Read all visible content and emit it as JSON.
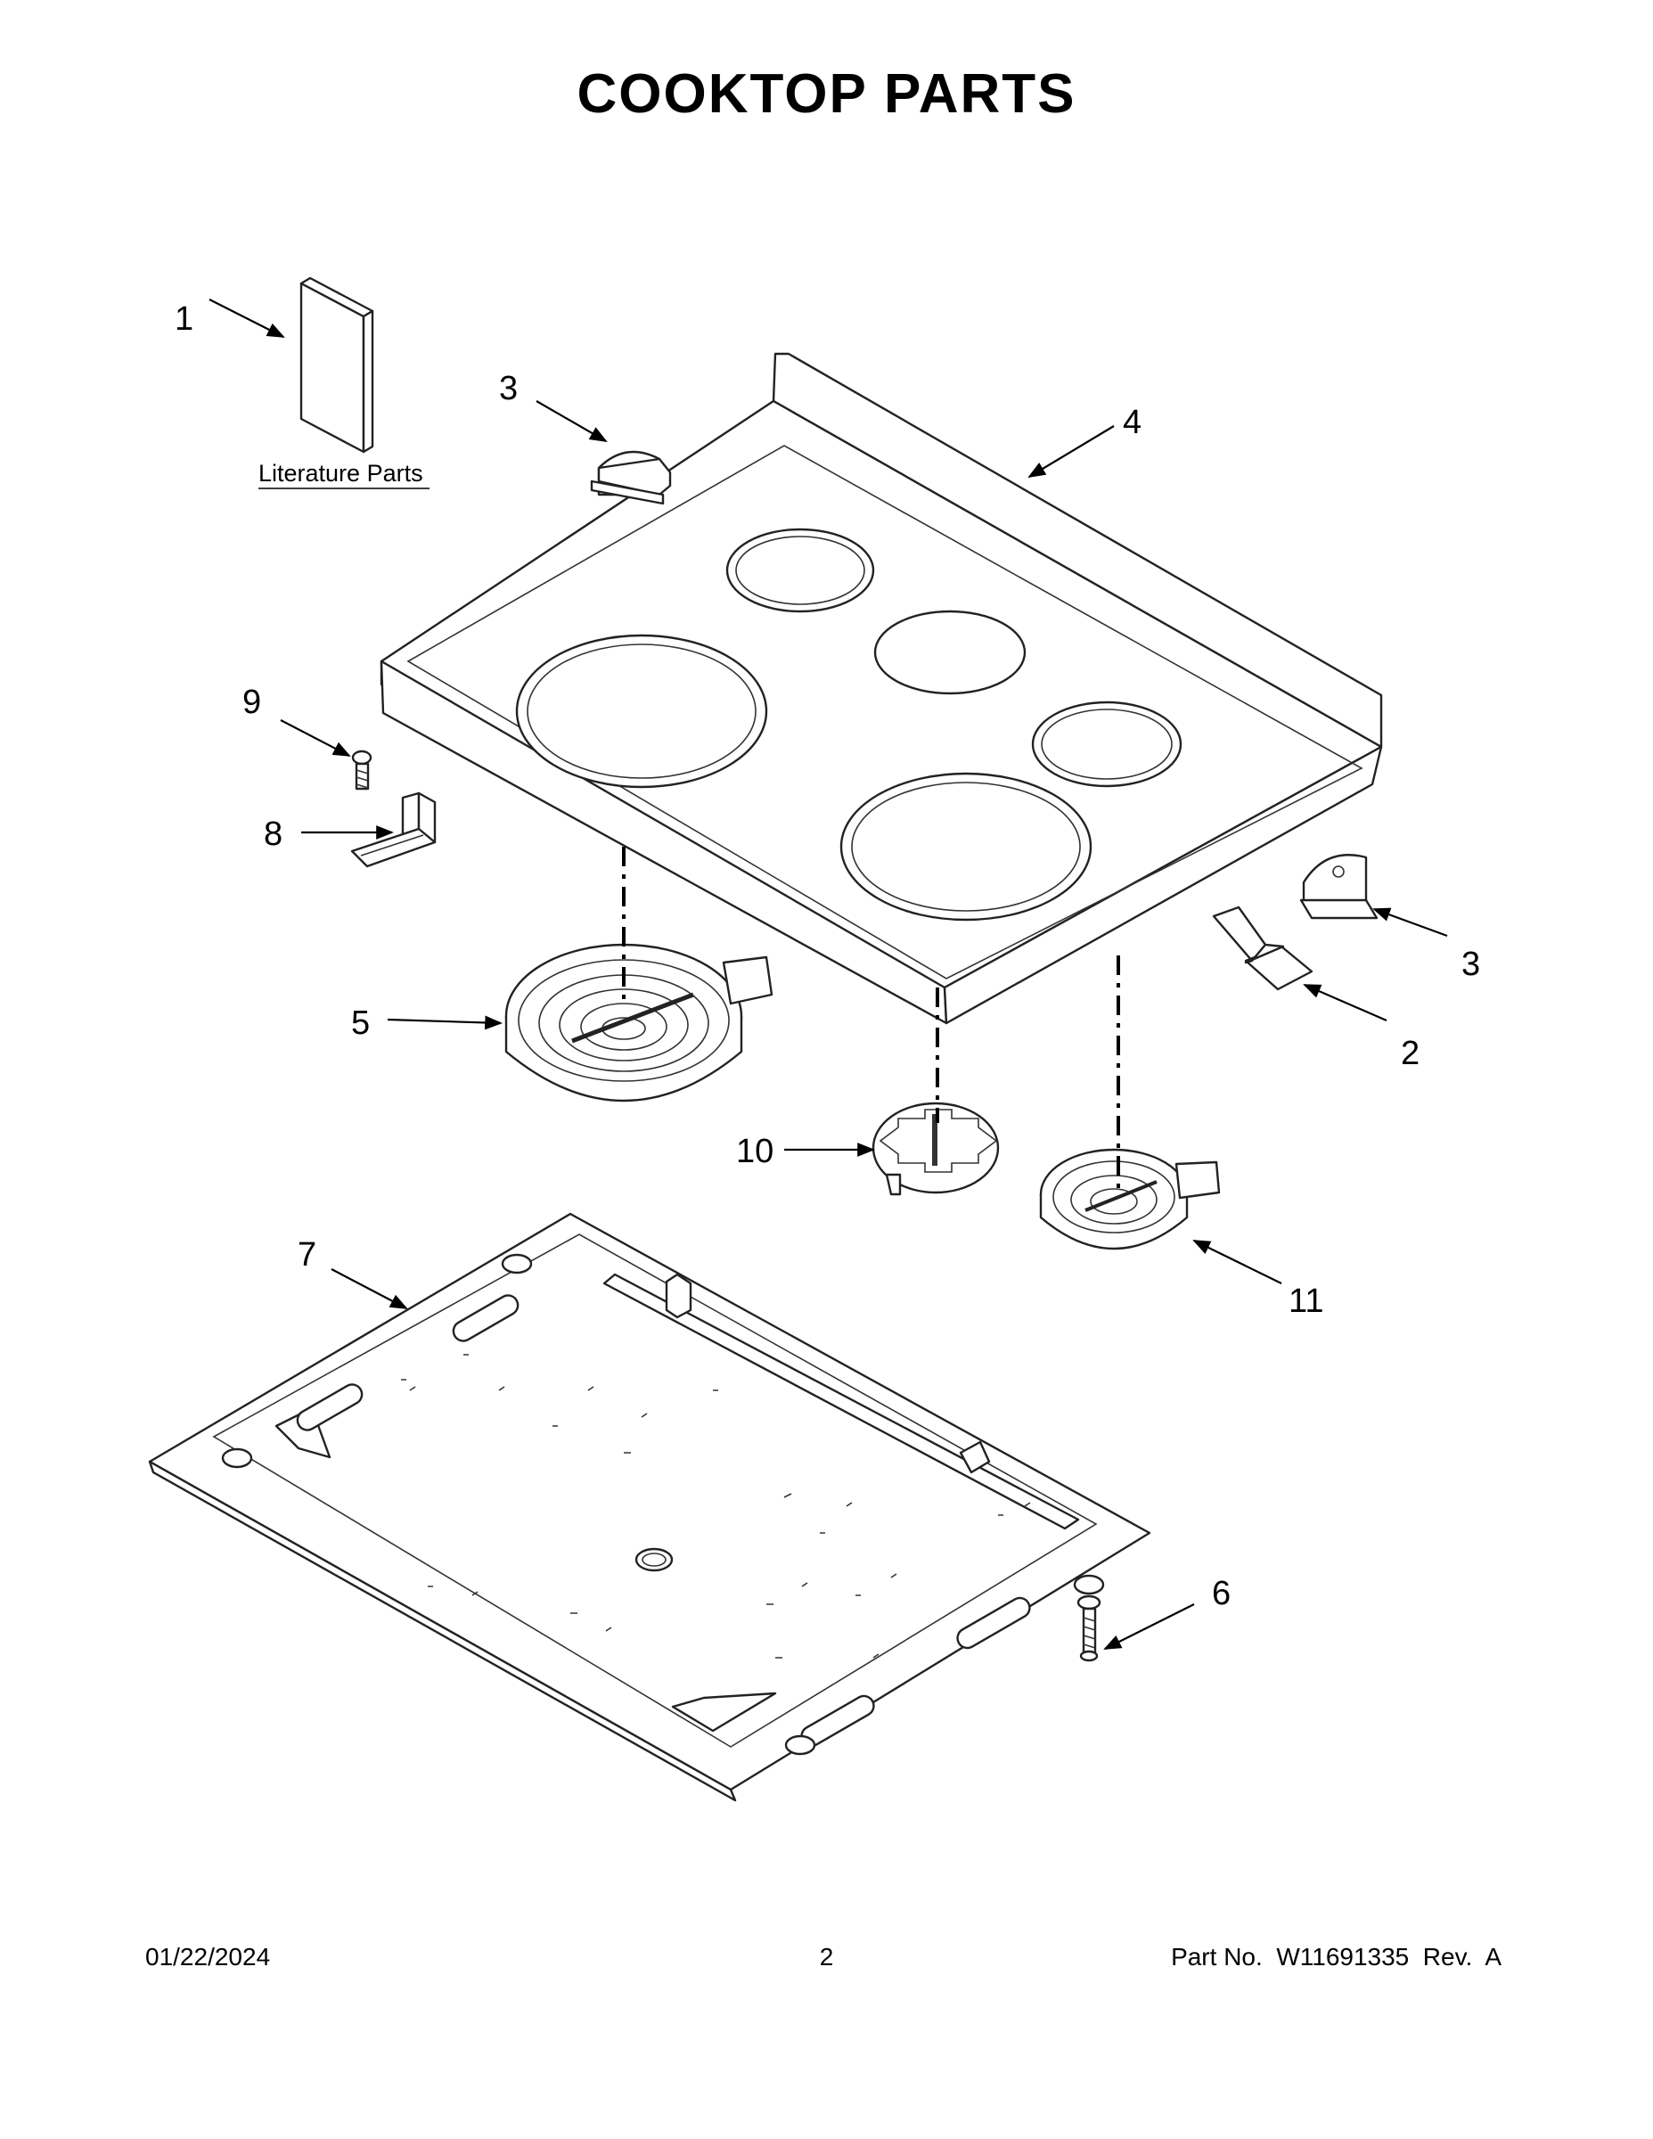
{
  "title": "COOKTOP PARTS",
  "literature_label": "Literature Parts",
  "callouts": {
    "c1": "1",
    "c2": "2",
    "c3a": "3",
    "c3b": "3",
    "c4": "4",
    "c5": "5",
    "c6": "6",
    "c7": "7",
    "c8": "8",
    "c9": "9",
    "c10": "10",
    "c11": "11"
  },
  "footer": {
    "date": "01/22/2024",
    "page": "2",
    "part": "Part No.  W11691335  Rev.  A"
  }
}
